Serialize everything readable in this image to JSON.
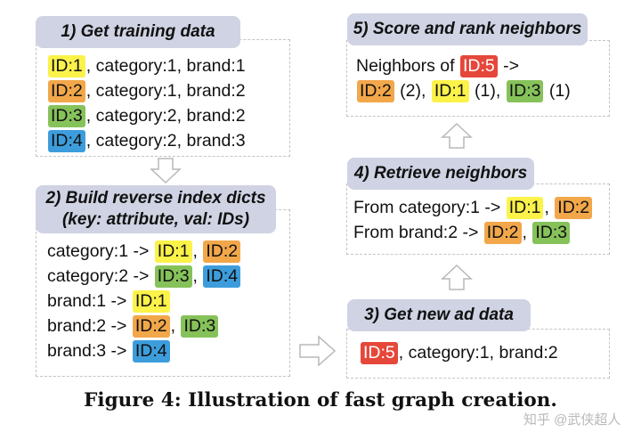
{
  "steps": {
    "s1": {
      "title": "1) Get training data",
      "lines": [
        [
          {
            "id": true,
            "color": "id-1",
            "text": "ID:1"
          },
          {
            "text": ", category:1, brand:1"
          }
        ],
        [
          {
            "id": true,
            "color": "id-2",
            "text": "ID:2"
          },
          {
            "text": ", category:1, brand:2"
          }
        ],
        [
          {
            "id": true,
            "color": "id-3",
            "text": "ID:3"
          },
          {
            "text": ", category:2, brand:2"
          }
        ],
        [
          {
            "id": true,
            "color": "id-4",
            "text": "ID:4"
          },
          {
            "text": ", category:2, brand:3"
          }
        ]
      ]
    },
    "s2": {
      "title_line1": "2) Build reverse index dicts",
      "title_line2": "(key: attribute, val: IDs)",
      "lines": [
        [
          {
            "text": "category:1 -> "
          },
          {
            "id": true,
            "color": "id-1",
            "text": "ID:1"
          },
          {
            "text": ", "
          },
          {
            "id": true,
            "color": "id-2",
            "text": "ID:2"
          }
        ],
        [
          {
            "text": "category:2 -> "
          },
          {
            "id": true,
            "color": "id-3",
            "text": "ID:3"
          },
          {
            "text": ", "
          },
          {
            "id": true,
            "color": "id-4",
            "text": "ID:4"
          }
        ],
        [
          {
            "text": "brand:1 -> "
          },
          {
            "id": true,
            "color": "id-1",
            "text": "ID:1"
          }
        ],
        [
          {
            "text": "brand:2 -> "
          },
          {
            "id": true,
            "color": "id-2",
            "text": "ID:2"
          },
          {
            "text": ", "
          },
          {
            "id": true,
            "color": "id-3",
            "text": "ID:3"
          }
        ],
        [
          {
            "text": "brand:3 -> "
          },
          {
            "id": true,
            "color": "id-4",
            "text": "ID:4"
          }
        ]
      ]
    },
    "s3": {
      "title": "3) Get new ad data",
      "lines": [
        [
          {
            "id": true,
            "color": "id-5",
            "text": "ID:5"
          },
          {
            "text": ", category:1, brand:2"
          }
        ]
      ]
    },
    "s4": {
      "title": "4) Retrieve neighbors",
      "lines": [
        [
          {
            "text": "From category:1 -> "
          },
          {
            "id": true,
            "color": "id-1",
            "text": "ID:1"
          },
          {
            "text": ", "
          },
          {
            "id": true,
            "color": "id-2",
            "text": "ID:2"
          }
        ],
        [
          {
            "text": "From brand:2 -> "
          },
          {
            "id": true,
            "color": "id-2",
            "text": "ID:2"
          },
          {
            "text": ", "
          },
          {
            "id": true,
            "color": "id-3",
            "text": "ID:3"
          }
        ]
      ]
    },
    "s5": {
      "title": "5) Score and rank neighbors",
      "lines": [
        [
          {
            "text": "Neighbors of "
          },
          {
            "id": true,
            "color": "id-5",
            "text": "ID:5"
          },
          {
            "text": " ->"
          }
        ],
        [
          {
            "id": true,
            "color": "id-2",
            "text": "ID:2"
          },
          {
            "text": " (2), "
          },
          {
            "id": true,
            "color": "id-1",
            "text": "ID:1"
          },
          {
            "text": " (1), "
          },
          {
            "id": true,
            "color": "id-3",
            "text": "ID:3"
          },
          {
            "text": " (1)"
          }
        ]
      ]
    }
  },
  "caption": "Figure 4: Illustration of fast graph creation.",
  "watermark": "知乎 @武侠超人",
  "colors": {
    "header_bg": "#cfd3e3",
    "id_1": "#fbf24a",
    "id_2": "#f2a74a",
    "id_3": "#86c25a",
    "id_4": "#3d9ddc",
    "id_5": "#e5473a"
  }
}
